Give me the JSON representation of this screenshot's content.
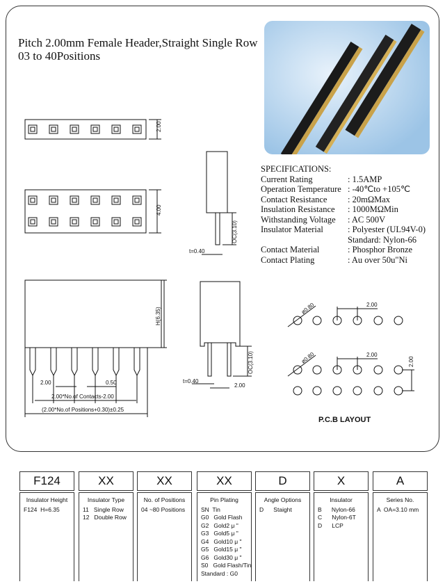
{
  "title": {
    "line1": "Pitch 2.00mm Female Header,Straight Single Row",
    "line2": "03 to 40Positions"
  },
  "specs": {
    "heading": "SPECIFICATIONS:",
    "rows": [
      {
        "k": "Current Rating",
        "v": ": 1.5AMP"
      },
      {
        "k": "Operation  Temperature",
        "v": ": -40℃to +105℃"
      },
      {
        "k": "Contact Resistance",
        "v": ": 20mΩMax"
      },
      {
        "k": "Insulation Resistance",
        "v": ": 1000MΩMin"
      },
      {
        "k": "Withstanding Voltage",
        "v": ": AC 500V"
      },
      {
        "k": "Insulator Material",
        "v": ": Polyester (UL94V-0)"
      },
      {
        "k": "",
        "v": "Standard: Nylon-66"
      },
      {
        "k": "Contact Material",
        "v": ": Phosphor Bronze"
      },
      {
        "k": "Contact Plating",
        "v": ": Au over 50u\"Ni"
      }
    ]
  },
  "dims": {
    "single_h": "2.00",
    "double_h": "4.00",
    "oc": "OC(3.10)",
    "t": "t=0.40",
    "h": "H(6.35)",
    "pitch": "2.00",
    "pin_w": "0.50",
    "contacts": "2.00*No.of  Contacts-2.00",
    "positions": "(2.00*No.of  Positions+0.30)±0.25",
    "side_pitch": "2.00",
    "hole": "ø0.80",
    "pcb_pitch": "2.00",
    "pcb_row": "2.00"
  },
  "pcb_label": "P.C.B   LAYOUT",
  "codes": [
    "F124",
    "XX",
    "XX",
    "XX",
    "D",
    "X",
    "A"
  ],
  "desc": [
    {
      "h": "Insulator Height",
      "l": [
        "F124  H=6.35"
      ]
    },
    {
      "h": "Insulator Type",
      "l": [
        "11   Single Row",
        "12   Double Row"
      ]
    },
    {
      "h": "No. of Positions",
      "l": [
        "04 ~80 Positions"
      ]
    },
    {
      "h": "Pin Plating",
      "l": [
        "SN  Tin",
        "G0   Gold Flash",
        "G2   Gold2 μ \"",
        "G3   Gold5 μ \"",
        "G4   Gold10 μ \"",
        "G5   Gold15 μ \"",
        "G6   Gold30 μ \"",
        "S0   Gold Flash/Tin",
        "Standard : G0"
      ]
    },
    {
      "h": "Angle Options",
      "l": [
        "D      Staight"
      ]
    },
    {
      "h": "Insulator",
      "l": [
        "B      Nylon-66",
        "C      Nylon-6T",
        "D      LCP"
      ]
    },
    {
      "h": "Series No.",
      "l": [
        "A  OA=3.10 mm"
      ]
    }
  ]
}
